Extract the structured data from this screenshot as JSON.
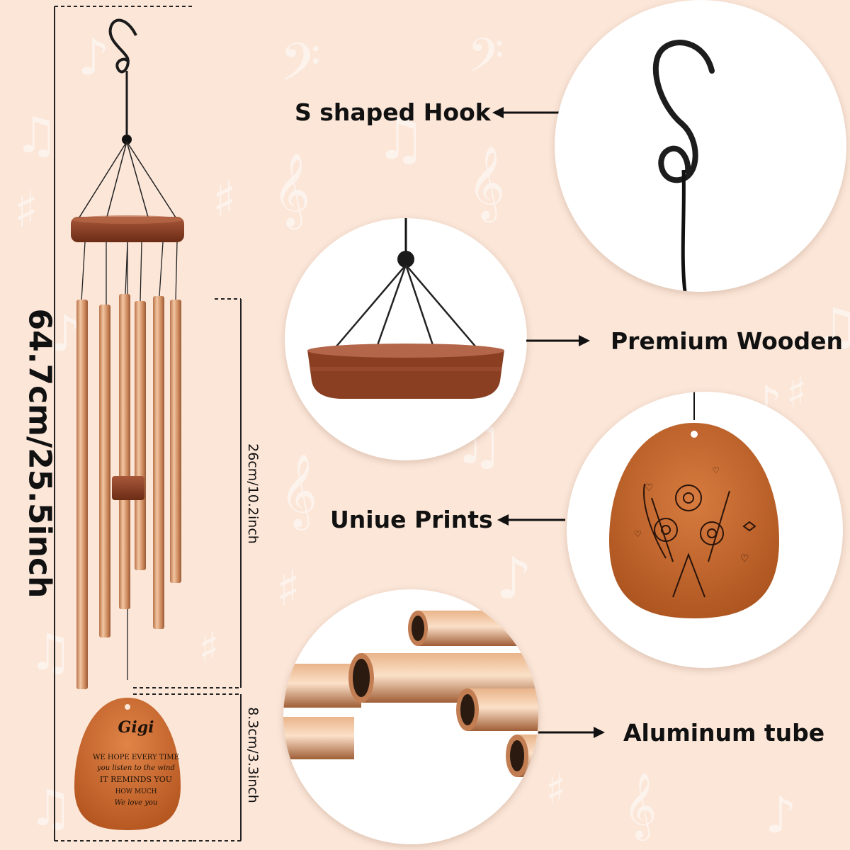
{
  "dimensions": {
    "total_length": "64.7cm/25.5inch",
    "tube_length": "26cm/10.2inch",
    "tag_length": "8.3cm/3.3inch"
  },
  "features": [
    {
      "label": "S shaped Hook",
      "icon": "s-hook-icon"
    },
    {
      "label": "Premium Wooden",
      "icon": "wooden-ring-icon"
    },
    {
      "label": "Uniue Prints",
      "icon": "floral-print-icon"
    },
    {
      "label": "Aluminum tube",
      "icon": "tube-icon"
    }
  ],
  "tag": {
    "name": "Gigi",
    "lines": [
      "WE HOPE EVERY TIME",
      "you listen to the wind",
      "IT REMINDS YOU",
      "HOW MUCH",
      "We love you"
    ]
  },
  "colors": {
    "background": "#fbe6d8",
    "wood": "#8a3e22",
    "tube": "#d99a6f",
    "tag": "#c8662c",
    "hook": "#1b1b1b"
  }
}
